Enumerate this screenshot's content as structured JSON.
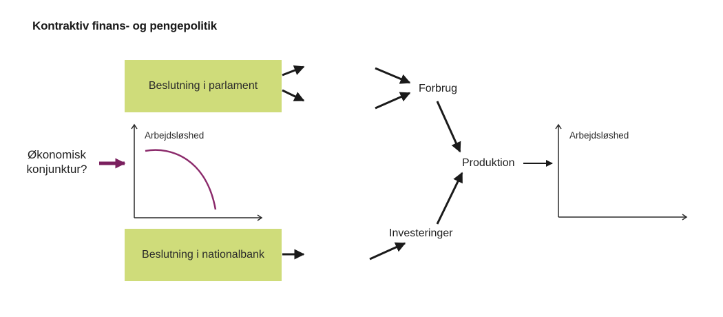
{
  "title": "Kontraktiv finans- og pengepolitik",
  "boxes": {
    "parliament": "Beslutning i parlament",
    "national_bank": "Beslutning i nationalbank"
  },
  "input_label": {
    "line1": "Økonomisk",
    "line2": "konjunktur?"
  },
  "nodes": {
    "consumption": "Forbrug",
    "investments": "Investeringer",
    "production": "Produktion"
  },
  "left_graph": {
    "y_label": "Arbejdsløshed",
    "curve": "concave-down declining"
  },
  "right_graph": {
    "y_label": "Arbejdsløshed"
  },
  "colors": {
    "box_fill": "#cfdc7a",
    "accent_arrow": "#7a1f5e",
    "curve": "#8b2a6b",
    "arrow": "#1a1a1a"
  }
}
